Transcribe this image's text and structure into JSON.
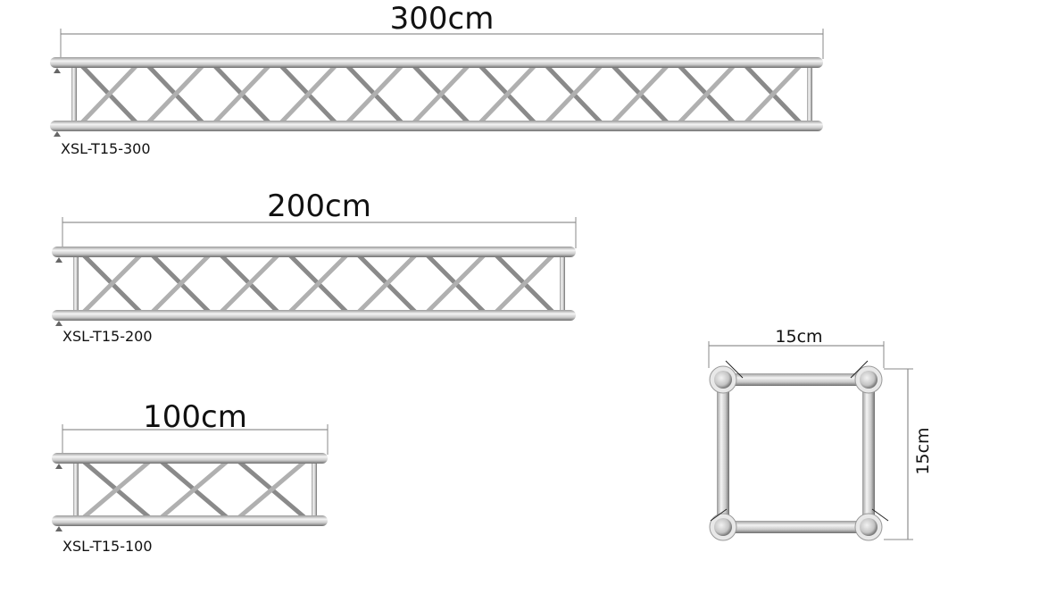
{
  "trusses": [
    {
      "length_label": "300cm",
      "model": "XSL-T15-300"
    },
    {
      "length_label": "200cm",
      "model": "XSL-T15-200"
    },
    {
      "length_label": "100cm",
      "model": "XSL-T15-100"
    }
  ],
  "cross_section": {
    "width_label": "15cm",
    "height_label": "15cm"
  }
}
